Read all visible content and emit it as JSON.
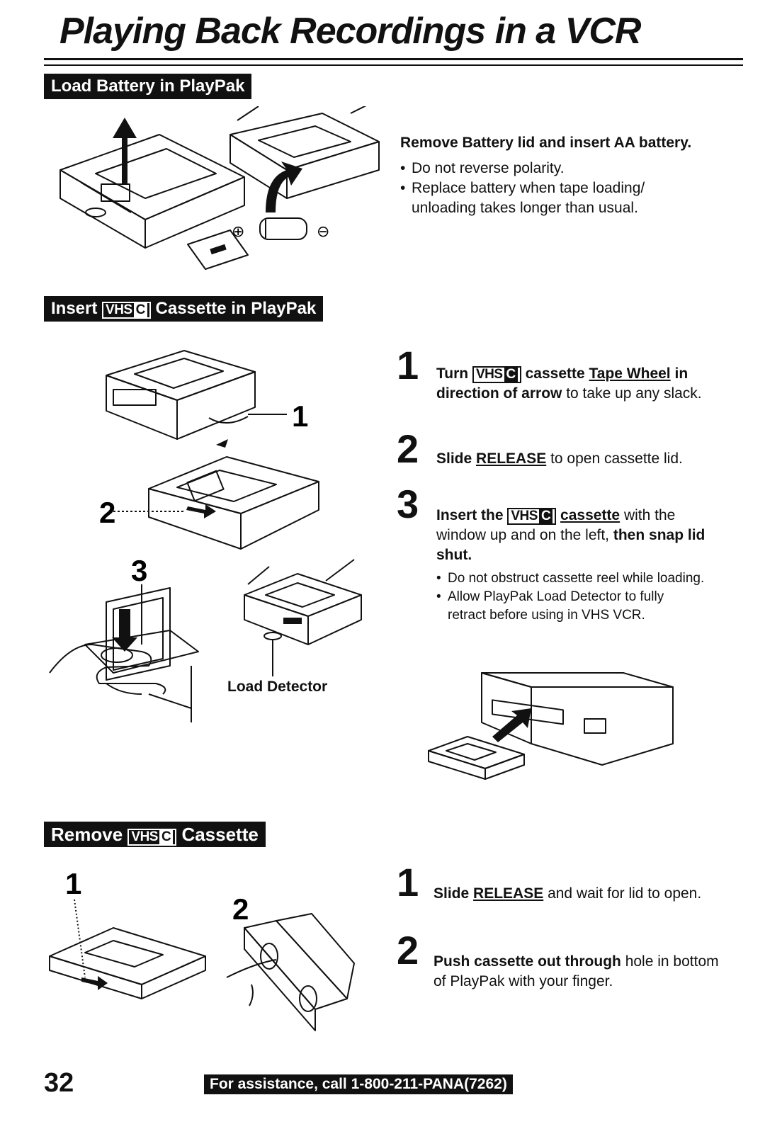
{
  "page": {
    "title": "Playing Back Recordings in a VCR",
    "page_number": "32",
    "assistance": "For assistance, call 1-800-211-PANA(7262)"
  },
  "section1": {
    "banner": "Load Battery in PlayPak",
    "heading": "Remove Battery lid and insert AA battery.",
    "bullets": [
      "Do not reverse polarity.",
      "Replace battery when tape loading/ unloading takes longer than usual."
    ],
    "plus": "⊕",
    "minus": "⊖"
  },
  "section2": {
    "banner_pre": "Insert",
    "banner_post": "Cassette in PlayPak",
    "vhsc_text": "VHS",
    "vhsc_c": "C",
    "steps": [
      {
        "num": "1",
        "pre": "Turn",
        "bold": "cassette",
        "link": "Tape Wheel",
        "bold2": "in direction of arrow",
        "rest": "to take up any slack."
      },
      {
        "num": "2",
        "bold": "Slide",
        "link": "RELEASE",
        "rest": "to open cassette lid."
      },
      {
        "num": "3",
        "bold": "Insert the",
        "link": "cassette",
        "rest": "with the window up and on the left,",
        "bold2": "then snap lid shut."
      }
    ],
    "bullets": [
      "Do not obstruct cassette reel while loading.",
      "Allow PlayPak Load Detector to fully retract before using in VHS VCR."
    ],
    "fig_labels": [
      "1",
      "2",
      "3"
    ],
    "load_detector": "Load Detector"
  },
  "section3": {
    "banner_pre": "Remove",
    "banner_post": "Cassette",
    "fig_labels": [
      "1",
      "2"
    ],
    "steps": [
      {
        "num": "1",
        "bold": "Slide",
        "link": "RELEASE",
        "rest": "and wait for lid to open."
      },
      {
        "num": "2",
        "bold": "Push cassette out through",
        "rest": "hole in bottom of PlayPak with your finger."
      }
    ]
  }
}
